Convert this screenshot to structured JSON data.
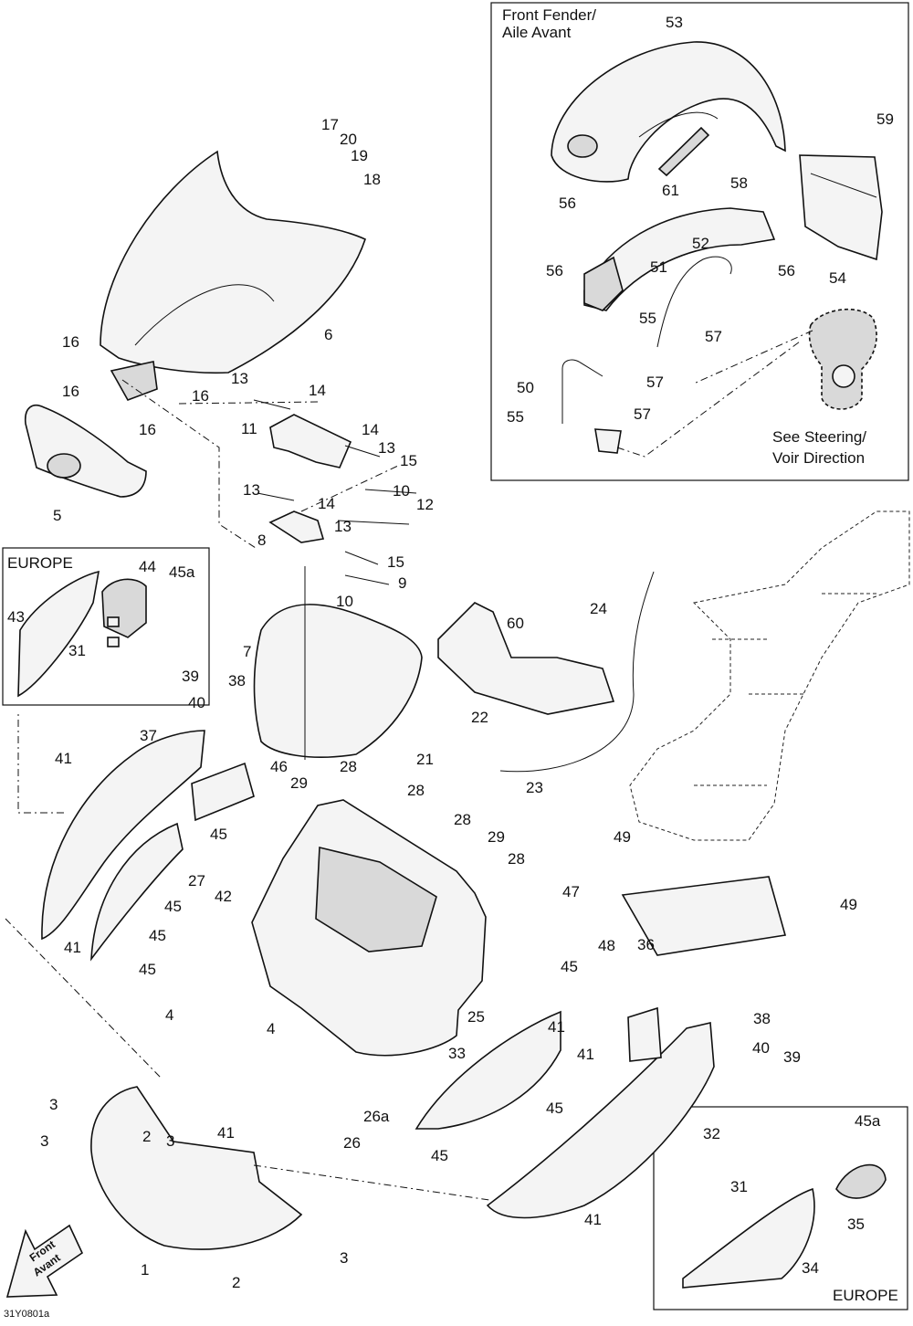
{
  "boxes": {
    "front_fender_title_line1": "Front Fender/",
    "front_fender_title_line2": "Aile Avant",
    "steering_note_line1": "See Steering/",
    "steering_note_line2": "Voir Direction",
    "europe_left": "EUROPE",
    "europe_right": "EUROPE"
  },
  "front_arrow": {
    "line1": "Front",
    "line2": "Avant"
  },
  "reference_code": "31Y0801a",
  "callouts": [
    "53",
    "59",
    "61",
    "58",
    "56",
    "56",
    "52",
    "51",
    "56",
    "54",
    "55",
    "57",
    "57",
    "57",
    "50",
    "55",
    "17",
    "20",
    "19",
    "18",
    "6",
    "16",
    "16",
    "16",
    "16",
    "5",
    "13",
    "14",
    "11",
    "14",
    "13",
    "15",
    "10",
    "12",
    "13",
    "14",
    "8",
    "13",
    "15",
    "9",
    "10",
    "44",
    "45a",
    "43",
    "31",
    "7",
    "60",
    "24",
    "39",
    "40",
    "38",
    "37",
    "41",
    "22",
    "21",
    "23",
    "46",
    "29",
    "28",
    "28",
    "28",
    "29",
    "28",
    "45",
    "45",
    "42",
    "27",
    "45",
    "41",
    "45",
    "4",
    "49",
    "47",
    "49",
    "48",
    "45",
    "36",
    "38",
    "25",
    "41",
    "40",
    "39",
    "33",
    "4",
    "41",
    "26a",
    "3",
    "45",
    "3",
    "2",
    "3",
    "41",
    "32",
    "26",
    "45",
    "45a",
    "31",
    "35",
    "3",
    "1",
    "2",
    "41",
    "34"
  ]
}
